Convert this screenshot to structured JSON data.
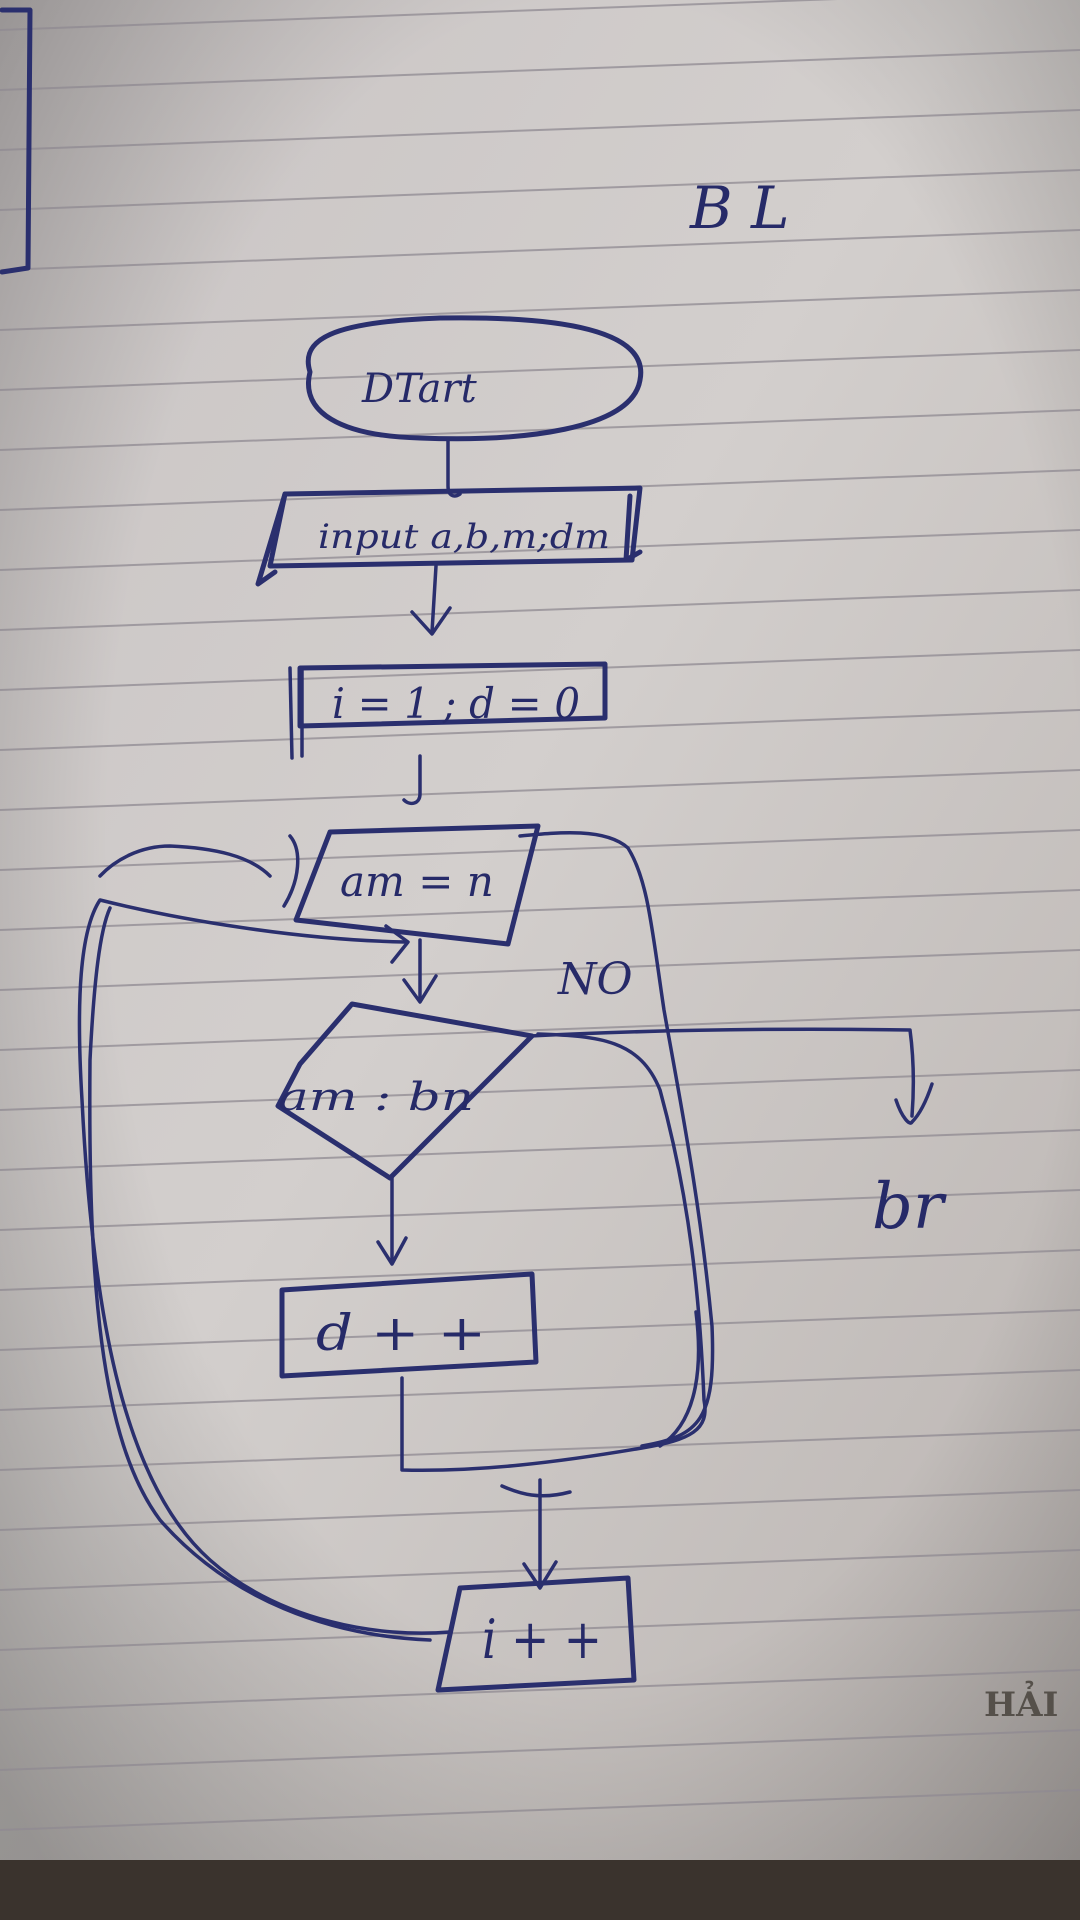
{
  "page_header": {
    "label": "B L"
  },
  "nodes": {
    "start": "DTart",
    "input": "input a,b,m;dm",
    "init": "i = 1 ; d = 0",
    "assign": "am = n",
    "decision": "am : bn",
    "increment_d": "d + +",
    "increment_i": "i + +"
  },
  "branch_labels": {
    "no": "NO"
  },
  "exit_label": "br",
  "printed_corner_text": "HẢI",
  "colors": {
    "ink": "#2a2f6e",
    "paper": "#cfcac8",
    "rule_lines": "#8f8a92"
  }
}
